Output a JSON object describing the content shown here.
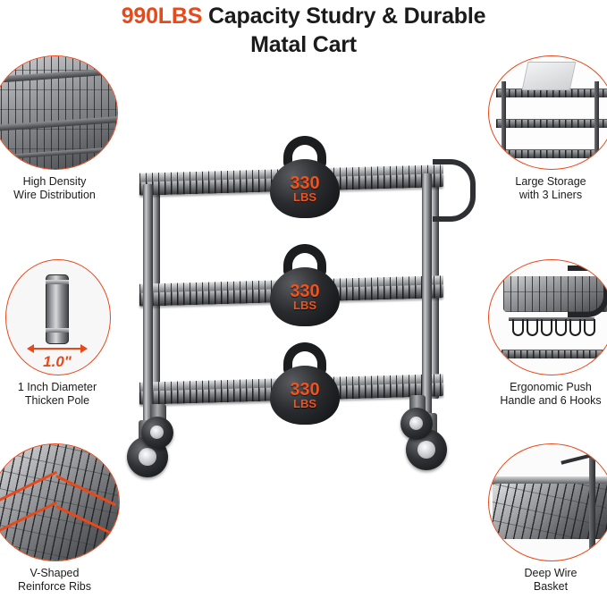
{
  "title": {
    "line1_highlight": "990LBS",
    "line1_rest": " Capacity Studry & Durable",
    "line2": "Matal Cart"
  },
  "colors": {
    "accent": "#e8491a",
    "kettlebell_text": "#f0531f",
    "text_dark": "#1b1b1b",
    "metal_dark": "#2d2f32",
    "background": "#ffffff"
  },
  "callouts": [
    {
      "id": "high-density-wire-distribution",
      "caption_line1": "High Density",
      "caption_line2": "Wire Distribution",
      "icon": "wire-mesh-shelf-closeup"
    },
    {
      "id": "one-inch-diameter-thicken-pole",
      "caption_line1": "1 Inch Diameter",
      "caption_line2": "Thicken Pole",
      "icon": "chrome-pole-closeup",
      "dimension_label": "1.0\""
    },
    {
      "id": "v-shaped-reinforce-ribs",
      "caption_line1": "V-Shaped",
      "caption_line2": "Reinforce Ribs",
      "icon": "shelf-underside-ribs"
    },
    {
      "id": "large-storage-with-3-liners",
      "caption_line1": "Large Storage",
      "caption_line2": "with 3 Liners",
      "icon": "three-tier-cart"
    },
    {
      "id": "ergonomic-push-handle-and-6-hooks",
      "caption_line1": "Ergonomic Push",
      "caption_line2": "Handle and 6 Hooks",
      "icon": "push-handle-with-hooks",
      "hook_count": 6
    },
    {
      "id": "deep-wire-basket",
      "caption_line1": "Deep Wire",
      "caption_line2": "Basket",
      "icon": "deep-wire-basket"
    }
  ],
  "kettlebells": [
    {
      "id": "kettlebell-top-shelf",
      "value": "330",
      "unit": "LBS"
    },
    {
      "id": "kettlebell-middle-shelf",
      "value": "330",
      "unit": "LBS"
    },
    {
      "id": "kettlebell-bottom-shelf",
      "value": "330",
      "unit": "LBS"
    }
  ],
  "product": {
    "name": "3-tier metal utility cart",
    "shelf_count": 3,
    "caster_count": 4
  }
}
